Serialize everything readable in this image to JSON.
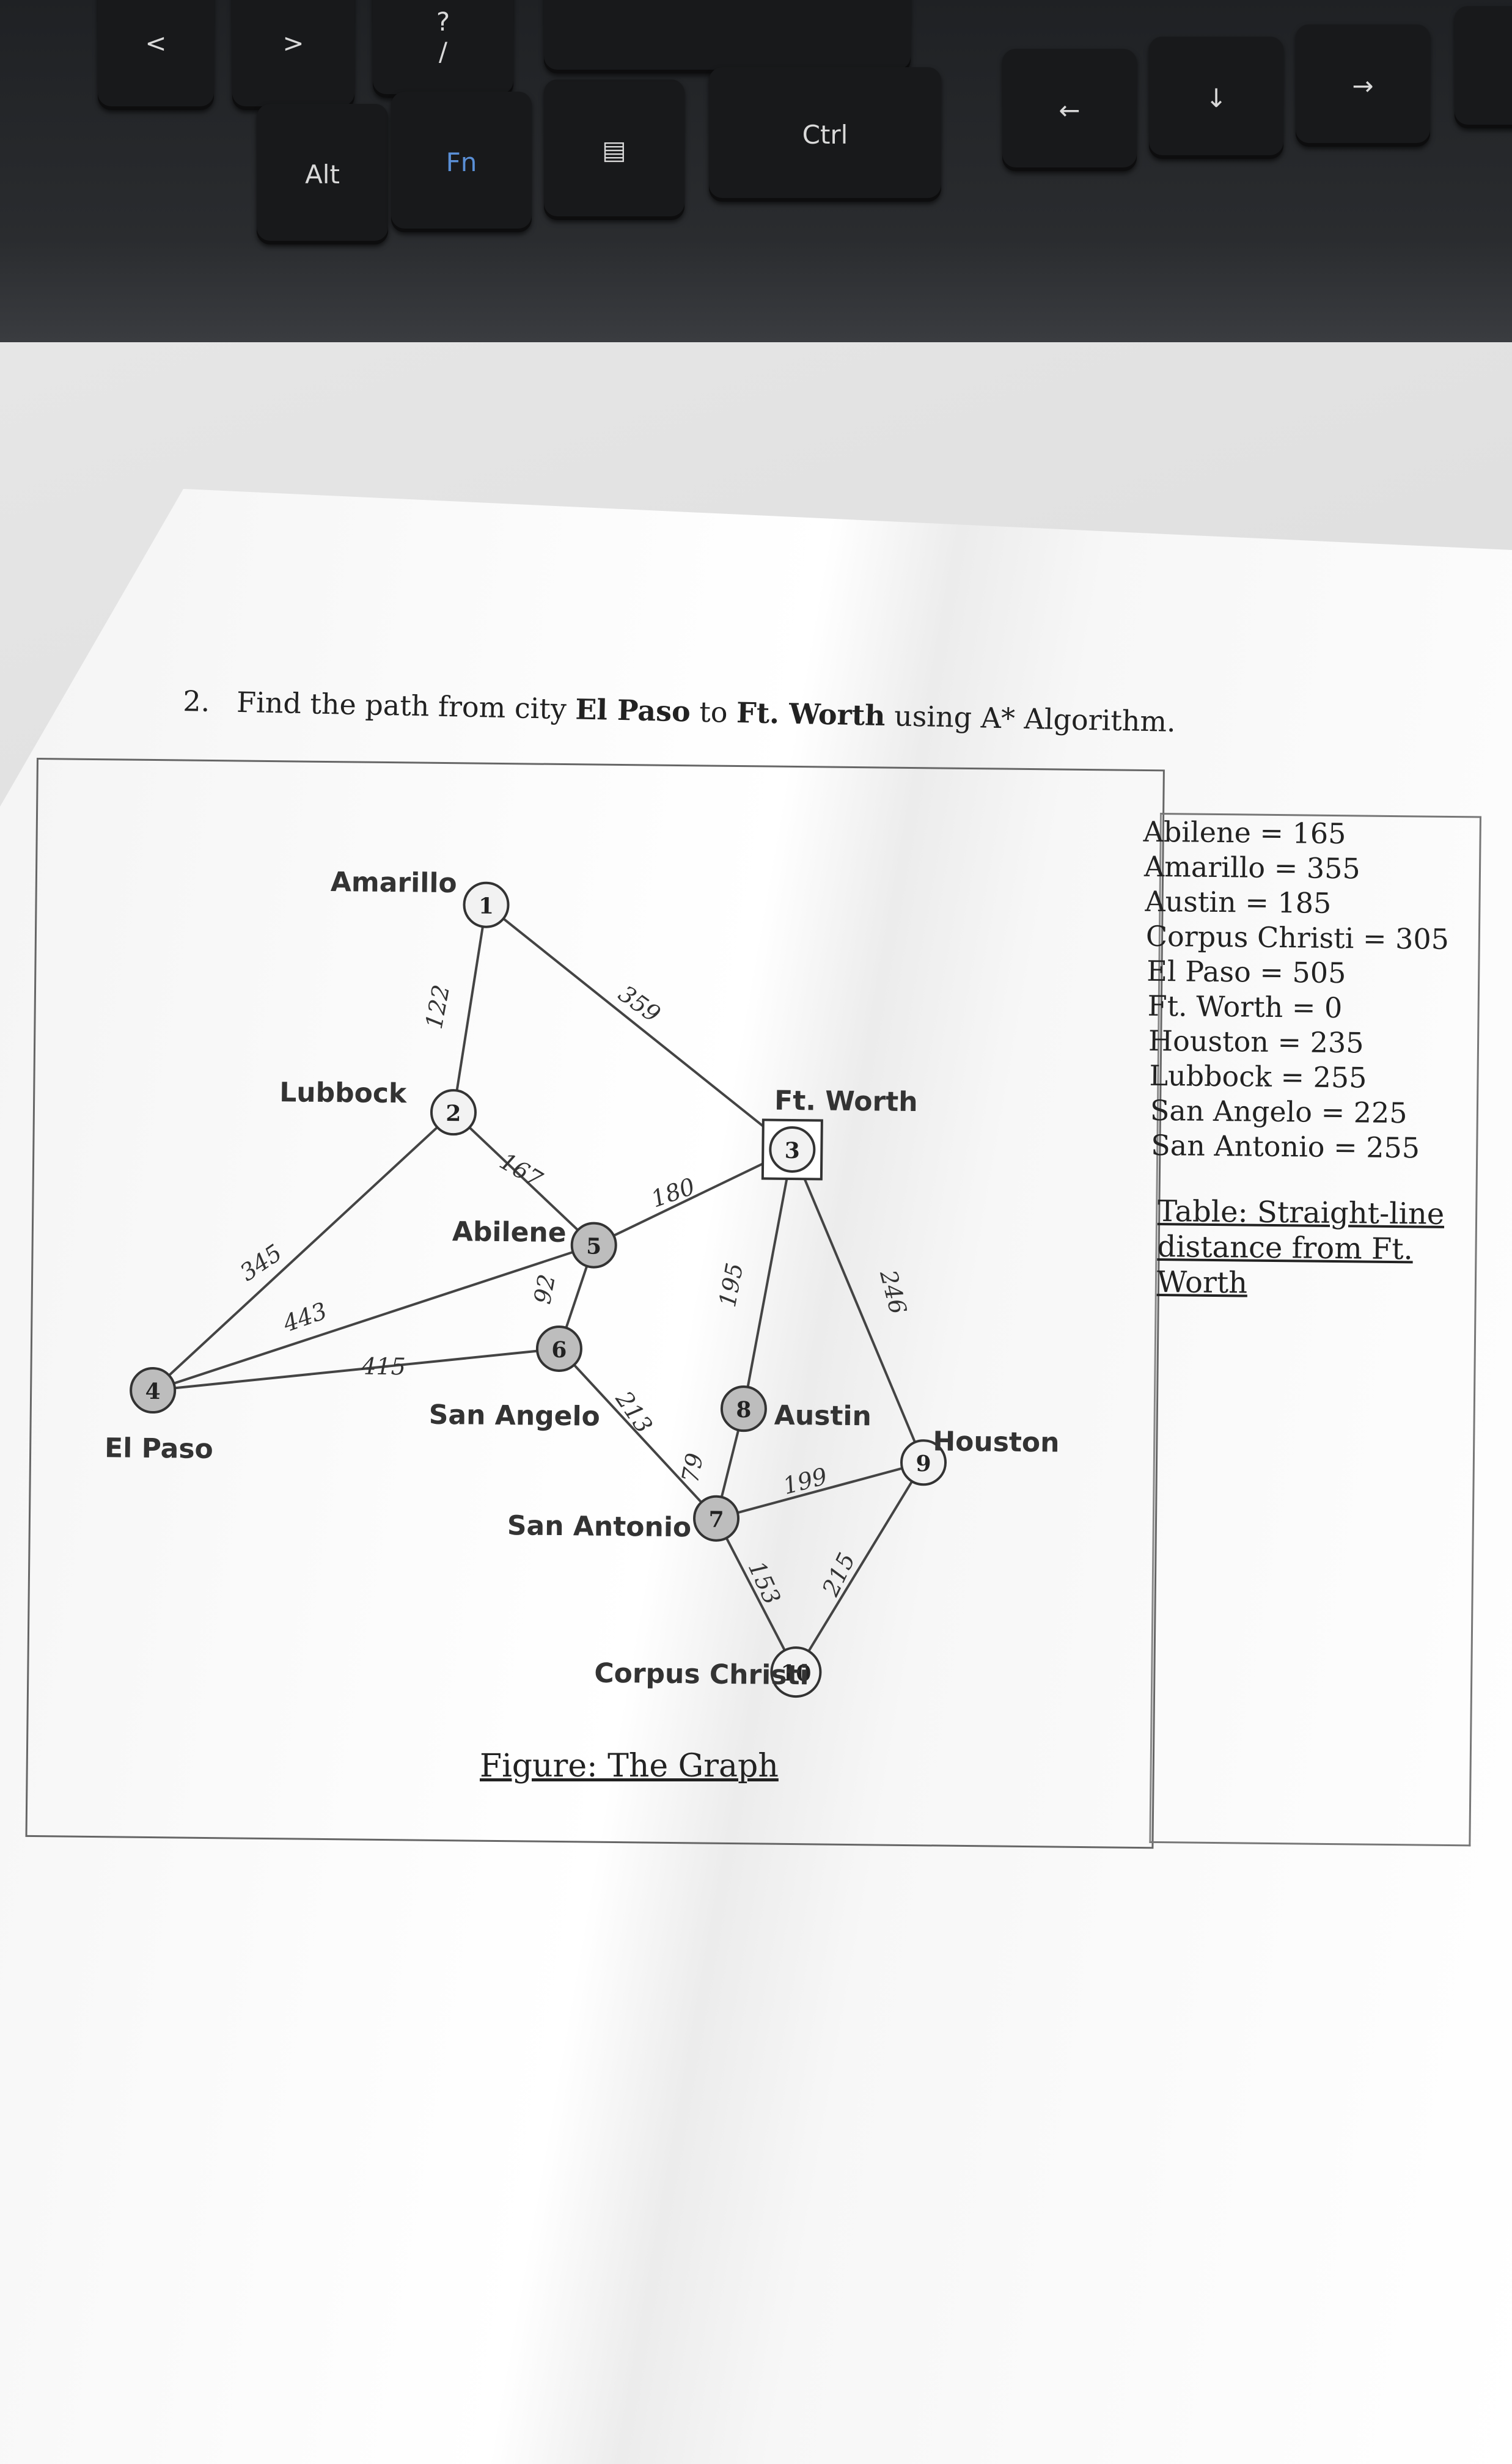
{
  "keyboard": {
    "keys": [
      {
        "name": "key-lt-comma",
        "label": "<"
      },
      {
        "name": "key-gt-period",
        "label": ">"
      },
      {
        "name": "key-question-slash",
        "label": "?"
      },
      {
        "name": "key-slash",
        "label": "/"
      },
      {
        "name": "key-alt",
        "label": "Alt"
      },
      {
        "name": "key-fn",
        "label": "Fn"
      },
      {
        "name": "key-menu",
        "label": "▤"
      },
      {
        "name": "key-ctrl",
        "label": "Ctrl"
      },
      {
        "name": "key-arrow-left",
        "label": "←"
      },
      {
        "name": "key-arrow-down",
        "label": "↓"
      },
      {
        "name": "key-arrow-right",
        "label": "→"
      }
    ]
  },
  "question": {
    "number": "2.",
    "text_before": "Find the path from city ",
    "start_city": "El Paso",
    "text_middle": " to ",
    "goal_city": "Ft. Worth",
    "text_after": " using A* Algorithm."
  },
  "graph": {
    "nodes": [
      {
        "id": "1",
        "label": "Amarillo"
      },
      {
        "id": "2",
        "label": "Lubbock"
      },
      {
        "id": "3",
        "label": "Ft. Worth"
      },
      {
        "id": "4",
        "label": "El Paso"
      },
      {
        "id": "5",
        "label": "Abilene"
      },
      {
        "id": "6",
        "label": "San Angelo"
      },
      {
        "id": "7",
        "label": "San Antonio"
      },
      {
        "id": "8",
        "label": "Austin"
      },
      {
        "id": "9",
        "label": "Houston"
      },
      {
        "id": "10",
        "label": "Corpus Christi"
      }
    ],
    "edges": [
      {
        "from": "1",
        "to": "2",
        "weight": "122"
      },
      {
        "from": "1",
        "to": "3",
        "weight": "359"
      },
      {
        "from": "2",
        "to": "5",
        "weight": "167"
      },
      {
        "from": "2",
        "to": "4",
        "weight": "345"
      },
      {
        "from": "4",
        "to": "5",
        "weight": "443"
      },
      {
        "from": "4",
        "to": "6",
        "weight": "415"
      },
      {
        "from": "5",
        "to": "3",
        "weight": "180"
      },
      {
        "from": "5",
        "to": "6",
        "weight": "92"
      },
      {
        "from": "6",
        "to": "7",
        "weight": "213"
      },
      {
        "from": "3",
        "to": "8",
        "weight": "195"
      },
      {
        "from": "3",
        "to": "9",
        "weight": "246"
      },
      {
        "from": "8",
        "to": "7",
        "weight": "79"
      },
      {
        "from": "7",
        "to": "9",
        "weight": "199"
      },
      {
        "from": "7",
        "to": "10",
        "weight": "153"
      },
      {
        "from": "9",
        "to": "10",
        "weight": "215"
      }
    ],
    "caption": "Figure: The Graph"
  },
  "heuristic_table": {
    "rows": [
      "Abilene = 165",
      "Amarillo = 355",
      "Austin = 185",
      "Corpus Christi = 305",
      "El Paso = 505",
      "Ft. Worth = 0",
      "Houston  = 235",
      "Lubbock = 255",
      "San Angelo = 225",
      "San Antonio = 255"
    ],
    "caption_line1": "Table: Straight-line",
    "caption_line2": "distance from Ft. Worth"
  }
}
